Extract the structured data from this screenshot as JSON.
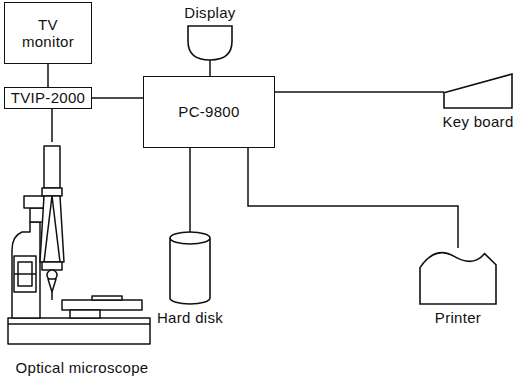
{
  "diagram": {
    "nodes": [
      {
        "text": [
          "TV monitor"
        ]
      },
      {
        "text": [
          "Display"
        ]
      },
      {
        "text": [
          "TVIP-2000"
        ]
      },
      {
        "text": [
          "PC-9800"
        ]
      },
      {
        "text": [
          "Key board"
        ]
      },
      {
        "text": [
          "Hard disk"
        ]
      },
      {
        "text": [
          "Printer"
        ]
      },
      {
        "text": [
          "Optical microscope"
        ]
      }
    ],
    "edges": [
      {
        "from": 0,
        "to": 2,
        "arrow": "none"
      },
      {
        "from": 2,
        "to": 3,
        "arrow": "none"
      },
      {
        "from": 2,
        "to": 7,
        "arrow": "none"
      },
      {
        "from": 3,
        "to": 1,
        "arrow": "none"
      },
      {
        "from": 3,
        "to": 4,
        "arrow": "none"
      },
      {
        "from": 3,
        "to": 5,
        "arrow": "none"
      },
      {
        "from": 3,
        "to": 6,
        "arrow": "none"
      }
    ]
  }
}
